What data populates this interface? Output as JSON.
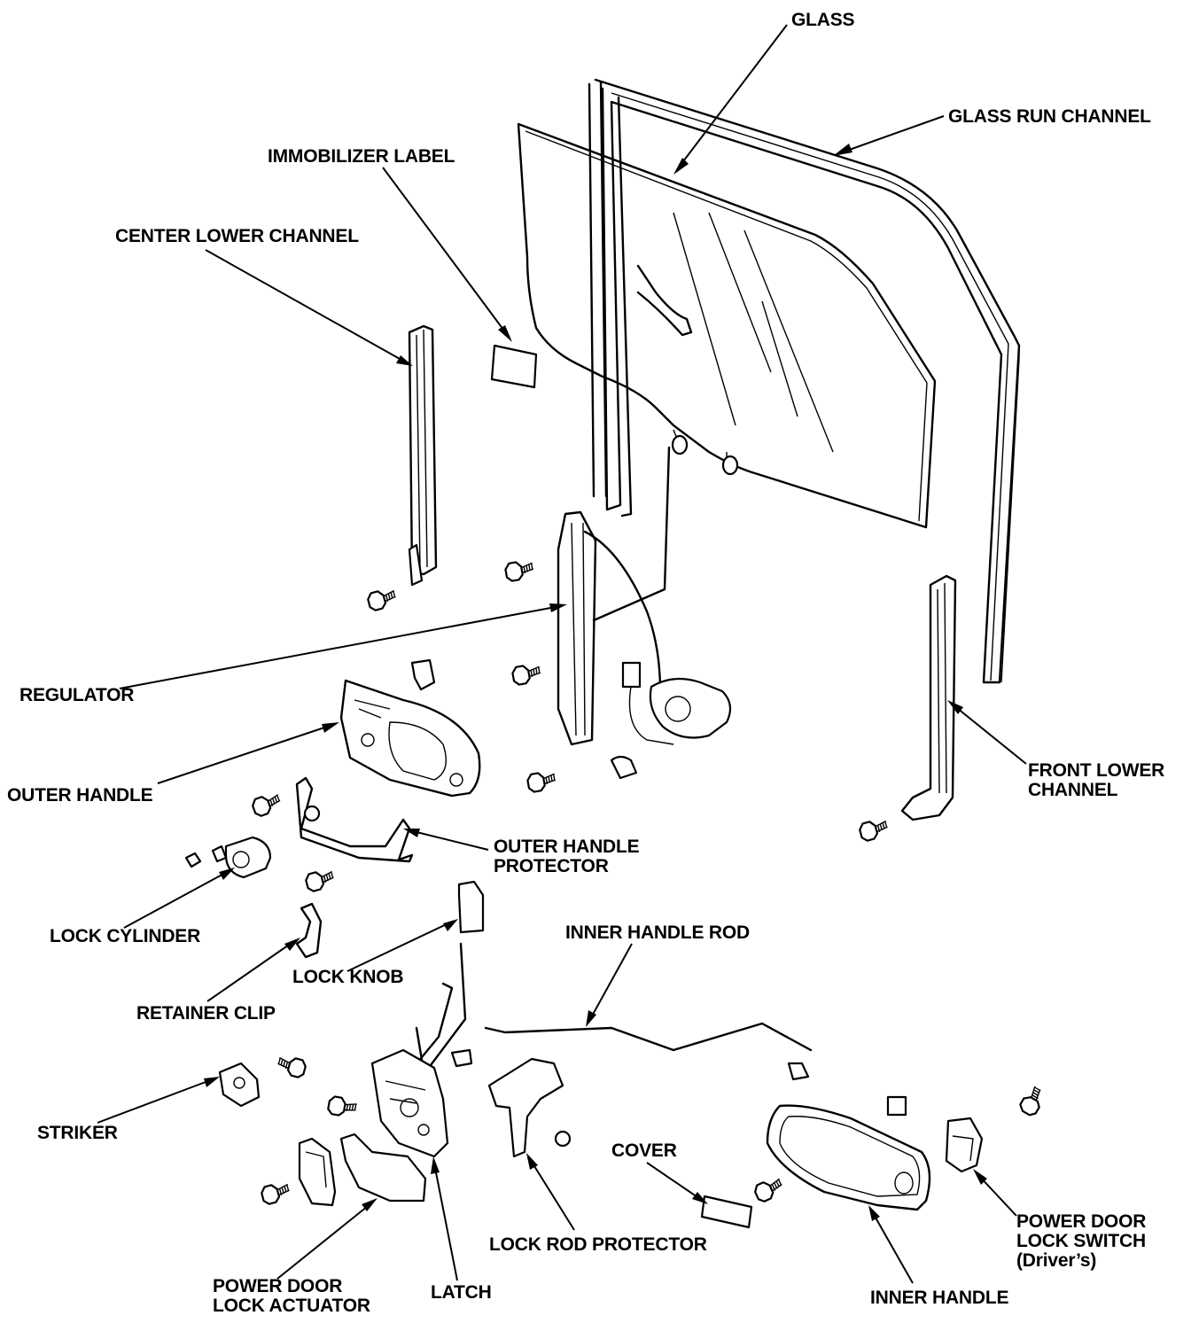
{
  "labels": {
    "glass": "GLASS",
    "glass_run_channel": "GLASS RUN CHANNEL",
    "immobilizer_label": "IMMOBILIZER LABEL",
    "center_lower_channel": "CENTER LOWER CHANNEL",
    "regulator": "REGULATOR",
    "outer_handle": "OUTER HANDLE",
    "outer_handle_protector": [
      "OUTER HANDLE",
      "PROTECTOR"
    ],
    "front_lower_channel": [
      "FRONT LOWER",
      "CHANNEL"
    ],
    "lock_cylinder": "LOCK CYLINDER",
    "lock_knob": "LOCK KNOB",
    "inner_handle_rod": "INNER HANDLE ROD",
    "retainer_clip": "RETAINER CLIP",
    "striker": "STRIKER",
    "cover": "COVER",
    "power_door_lock_switch": [
      "POWER DOOR",
      "LOCK SWITCH",
      "(Driver’s)"
    ],
    "lock_rod_protector": "LOCK ROD PROTECTOR",
    "power_door_lock_actuator": [
      "POWER DOOR",
      "LOCK ACTUATOR"
    ],
    "latch": "LATCH",
    "inner_handle": "INNER HANDLE"
  }
}
